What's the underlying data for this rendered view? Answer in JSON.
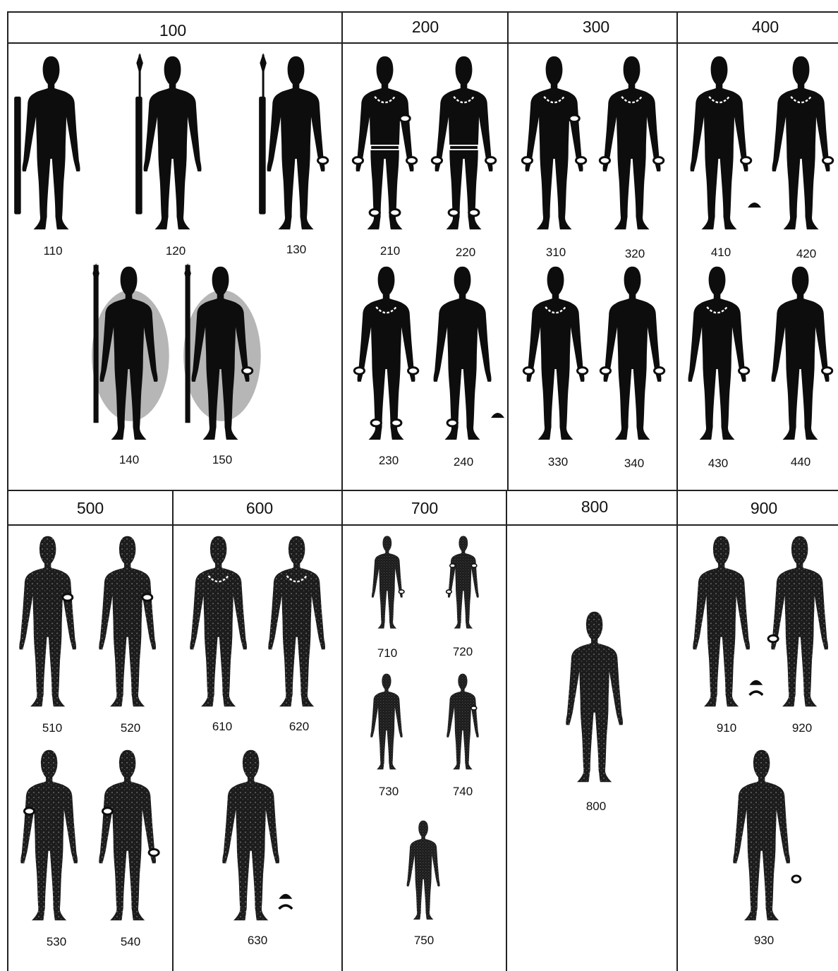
{
  "colors": {
    "ink": "#0d0d0d",
    "stipple": "#7a7a7a",
    "lines": "#222222",
    "background": "#ffffff"
  },
  "groups": [
    {
      "title": "100",
      "figures": [
        {
          "label": "110",
          "accessories": [
            "shield"
          ]
        },
        {
          "label": "120",
          "accessories": [
            "spear",
            "shield"
          ]
        },
        {
          "label": "130",
          "accessories": [
            "spear",
            "shield",
            "right-wrist-ring"
          ]
        },
        {
          "label": "140",
          "accessories": [
            "spear",
            "oval-shield"
          ]
        },
        {
          "label": "150",
          "accessories": [
            "spear",
            "oval-shield",
            "right-wrist-ring"
          ]
        }
      ]
    },
    {
      "title": "200",
      "figures": [
        {
          "label": "210",
          "accessories": [
            "necklace",
            "armlet",
            "wrist-rings",
            "waist-band",
            "ankle-rings"
          ]
        },
        {
          "label": "220",
          "accessories": [
            "necklace",
            "wrist-rings",
            "waist-band",
            "ankle-rings"
          ]
        },
        {
          "label": "230",
          "accessories": [
            "necklace",
            "wrist-rings",
            "ankle-rings"
          ]
        },
        {
          "label": "240",
          "accessories": [
            "ankle-ring",
            "cap"
          ]
        }
      ]
    },
    {
      "title": "300",
      "figures": [
        {
          "label": "310",
          "accessories": [
            "necklace",
            "armlet",
            "wrist-rings"
          ]
        },
        {
          "label": "320",
          "accessories": [
            "necklace",
            "wrist-rings"
          ]
        },
        {
          "label": "330",
          "accessories": [
            "necklace",
            "wrist-rings"
          ]
        },
        {
          "label": "340",
          "accessories": [
            "wrist-rings"
          ]
        }
      ]
    },
    {
      "title": "400",
      "figures": [
        {
          "label": "410",
          "accessories": [
            "necklace",
            "right-wrist-ring",
            "cap"
          ]
        },
        {
          "label": "420",
          "accessories": [
            "necklace",
            "right-wrist-ring"
          ]
        },
        {
          "label": "430",
          "accessories": [
            "necklace",
            "right-wrist-ring"
          ]
        },
        {
          "label": "440",
          "accessories": [
            "right-wrist-ring"
          ]
        }
      ]
    },
    {
      "title": "500",
      "figures": [
        {
          "label": "510",
          "accessories": [
            "armlet"
          ]
        },
        {
          "label": "520",
          "accessories": [
            "armlet"
          ]
        },
        {
          "label": "530",
          "accessories": [
            "left-armlet"
          ]
        },
        {
          "label": "540",
          "accessories": [
            "left-armlet",
            "right-wrist-ring"
          ]
        }
      ]
    },
    {
      "title": "600",
      "figures": [
        {
          "label": "610",
          "accessories": [
            "necklace"
          ]
        },
        {
          "label": "620",
          "accessories": [
            "necklace"
          ]
        },
        {
          "label": "630",
          "accessories": [
            "cap",
            "sandal"
          ]
        }
      ]
    },
    {
      "title": "700",
      "figures": [
        {
          "label": "710",
          "accessories": [
            "right-wrist-ring"
          ]
        },
        {
          "label": "720",
          "accessories": [
            "armlets",
            "left-wrist-ring"
          ]
        },
        {
          "label": "730",
          "accessories": []
        },
        {
          "label": "740",
          "accessories": [
            "armlet"
          ]
        },
        {
          "label": "750",
          "accessories": []
        }
      ]
    },
    {
      "title": "800",
      "figures": [
        {
          "label": "800",
          "accessories": []
        }
      ]
    },
    {
      "title": "900",
      "figures": [
        {
          "label": "910",
          "accessories": [
            "cap",
            "sandal"
          ]
        },
        {
          "label": "920",
          "accessories": [
            "left-wrist-ring"
          ]
        },
        {
          "label": "930",
          "accessories": [
            "ring"
          ]
        }
      ]
    }
  ]
}
